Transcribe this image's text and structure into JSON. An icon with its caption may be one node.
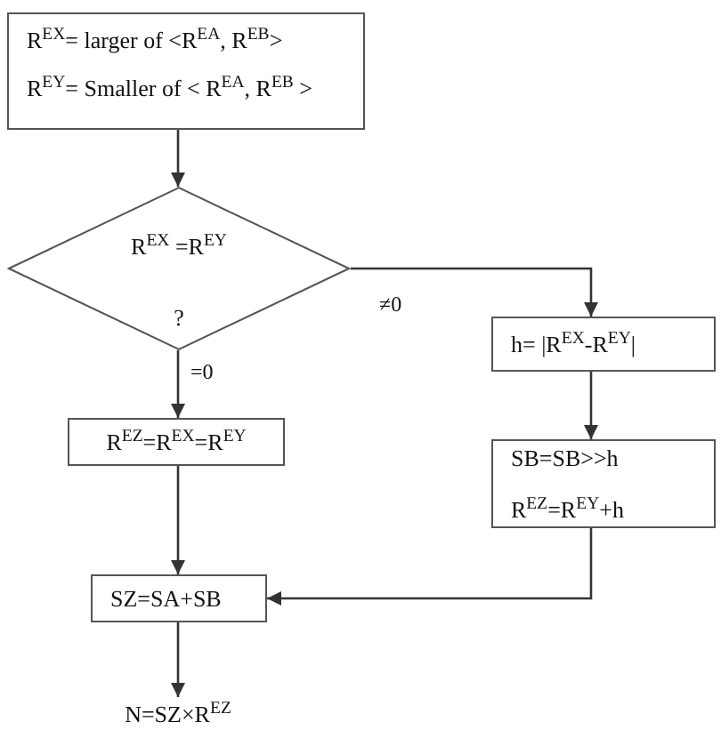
{
  "diagram": {
    "nodes": [
      {
        "text": [
          "R$^{EX}$= larger of <R$^{EA}$, R$^{EB}$>",
          "R$^{EY}$= Smaller of < R$^{EA}$, R$^{EB}$ >"
        ]
      },
      {
        "text": [
          "R$^{EX}$ =R$^{EY}$",
          "?"
        ]
      },
      {
        "text": [
          "R$^{EZ}$=R$^{EX}$=R$^{EY}$"
        ]
      },
      {
        "text": [
          "h= |R$^{EX}$-R$^{EY}$|"
        ]
      },
      {
        "text": [
          "SB=SB>>h",
          "R$^{EZ}$=R$^{EY}$+h"
        ]
      },
      {
        "text": [
          "SZ=SA+SB"
        ]
      },
      {
        "text": [
          "N=SZ×R$^{EZ}$"
        ]
      }
    ],
    "edges": [
      {
        "from": 0,
        "to": 1,
        "arrow": "to"
      },
      {
        "from": 1,
        "to": 2,
        "arrow": "to",
        "label": "=0"
      },
      {
        "from": 1,
        "to": 3,
        "arrow": "to",
        "label": "≠0"
      },
      {
        "from": 3,
        "to": 4,
        "arrow": "to"
      },
      {
        "from": 2,
        "to": 5,
        "arrow": "to"
      },
      {
        "from": 4,
        "to": 5,
        "arrow": "to"
      },
      {
        "from": 5,
        "to": 6,
        "arrow": "to"
      }
    ]
  }
}
